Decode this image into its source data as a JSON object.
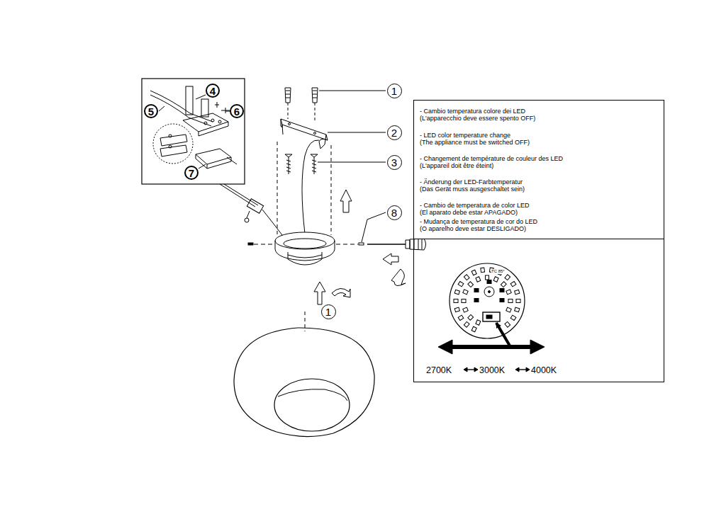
{
  "diagram": {
    "nodes": [
      {
        "text": [
          "4"
        ]
      },
      {
        "text": [
          "1"
        ]
      },
      {
        "text": [
          "5"
        ]
      },
      {
        "text": [
          "6"
        ]
      },
      {
        "text": [
          "2"
        ]
      },
      {
        "text": [
          "3"
        ]
      },
      {
        "text": [
          "7"
        ]
      },
      {
        "text": [
          "8"
        ]
      },
      {
        "text": [
          "1"
        ]
      },
      {
        "text": [
          "- Cambio temperatura colore dei LED",
          "(L'apparecchio deve essere spento OFF)",
          "- LED color temperature change",
          "(The appliance must be switched OFF)",
          "- Changement de température de couleur des LED",
          "(L'appareil doit être éteint)",
          "- Änderung der LED-Farbtemperatur",
          "(Das Gerät muss ausgeschaltet sein)",
          "- Cambio de temperatura de color LED",
          "(El aparato debe estar APAGADO)",
          "- Mudança de temperatura de cor do LED",
          "(O aparelho deve estar DESLIGADO)"
        ]
      },
      {
        "text": [
          "2700K",
          "3000K",
          "4000K"
        ]
      }
    ],
    "labels": [
      "TC 85°"
    ]
  }
}
